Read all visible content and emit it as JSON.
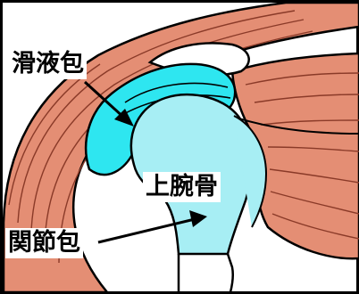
{
  "labels": {
    "bursa": "滑液包",
    "humerus": "上腕骨",
    "capsule": "関節包"
  },
  "colors": {
    "muscle": "#e48e74",
    "muscle_line": "#8a3a28",
    "bursa_fill": "#2ee6f0",
    "bone_fill": "#a7eef4",
    "background": "#ffffff",
    "outline": "#000000"
  }
}
